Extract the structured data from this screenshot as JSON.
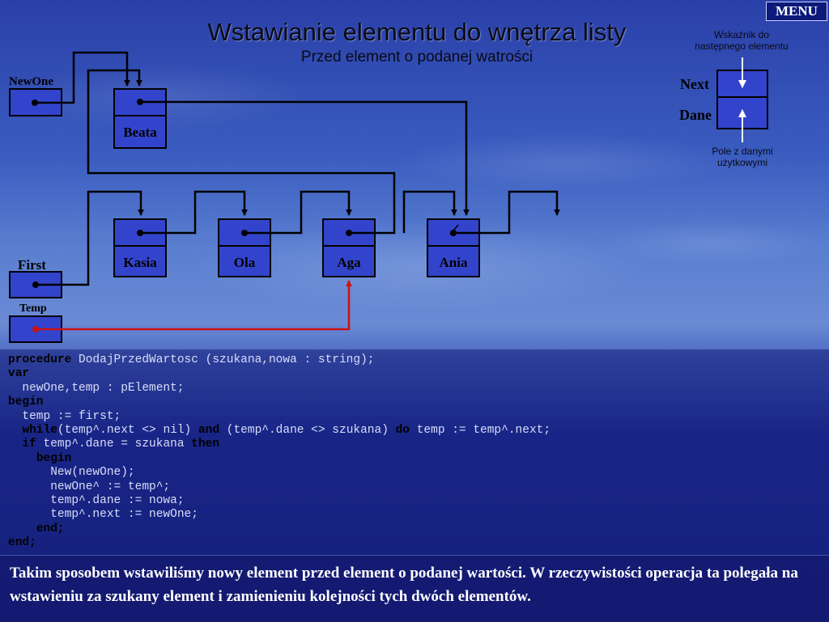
{
  "menu_label": "MENU",
  "title": "Wstawianie elementu do wnętrza listy",
  "subtitle": "Przed element o podanej watrości",
  "labels": {
    "newone": "NewOne",
    "first": "First",
    "temp": "Temp",
    "next": "Next",
    "dane": "Dane"
  },
  "legend": {
    "pointer_desc": [
      "Wskaźnik do",
      "następnego elementu"
    ],
    "data_desc": [
      "Pole z danymi",
      "użytkowymi"
    ]
  },
  "nodes": {
    "beata": "Beata",
    "kasia": "Kasia",
    "ola": "Ola",
    "aga": "Aga",
    "ania": "Ania"
  },
  "colors": {
    "node_fill": "#3344cc",
    "pointer_red": "#cc1111",
    "keyword": "#000000",
    "code_text": "#d8ddf8"
  },
  "code": [
    [
      {
        "t": "procedure",
        "k": true
      },
      {
        "t": " DodajPrzedWartosc (szukana,nowa : string);",
        "k": false
      }
    ],
    [
      {
        "t": "var",
        "k": true
      }
    ],
    [
      {
        "t": "  newOne,temp : pElement;",
        "k": false
      }
    ],
    [
      {
        "t": "begin",
        "k": true
      }
    ],
    [
      {
        "t": "  temp := first;",
        "k": false
      }
    ],
    [
      {
        "t": "  ",
        "k": false
      },
      {
        "t": "while",
        "k": true
      },
      {
        "t": "(temp^.next <> nil) ",
        "k": false
      },
      {
        "t": "and",
        "k": true
      },
      {
        "t": " (temp^.dane <> szukana) ",
        "k": false
      },
      {
        "t": "do",
        "k": true
      },
      {
        "t": " temp := temp^.next;",
        "k": false
      }
    ],
    [
      {
        "t": "  ",
        "k": false
      },
      {
        "t": "if",
        "k": true
      },
      {
        "t": " temp^.dane = szukana ",
        "k": false
      },
      {
        "t": "then",
        "k": true
      }
    ],
    [
      {
        "t": "    ",
        "k": false
      },
      {
        "t": "begin",
        "k": true
      }
    ],
    [
      {
        "t": "      New(newOne);",
        "k": false
      }
    ],
    [
      {
        "t": "      newOne^ := temp^;",
        "k": false
      }
    ],
    [
      {
        "t": "      temp^.dane := nowa;",
        "k": false
      }
    ],
    [
      {
        "t": "      temp^.next := newOne;",
        "k": false
      }
    ],
    [
      {
        "t": "    ",
        "k": false
      },
      {
        "t": "end;",
        "k": true
      }
    ],
    [
      {
        "t": "end;",
        "k": true
      }
    ]
  ],
  "note": "Takim sposobem wstawiliśmy nowy element przed element o podanej wartości. W rzeczywistości operacja ta polegała na wstawieniu za szukany element i zamienieniu kolejności tych dwóch elementów."
}
